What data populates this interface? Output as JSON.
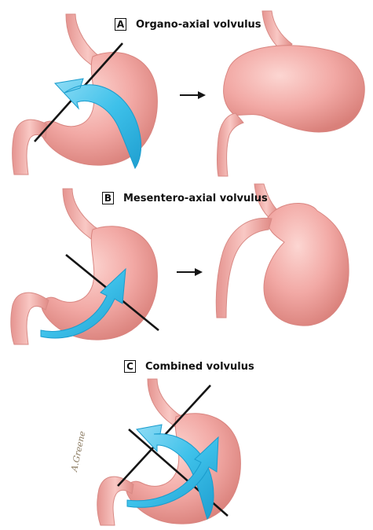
{
  "panels": [
    {
      "letter": "A",
      "title": "Organo-axial volvulus"
    },
    {
      "letter": "B",
      "title": "Mesentero-axial volvulus"
    },
    {
      "letter": "C",
      "title": "Combined volvulus"
    }
  ],
  "signature": "A.Greene",
  "colors": {
    "stomach_fill": "#f2a9a5",
    "stomach_shade": "#dd7f7a",
    "stomach_light": "#fbd3cf",
    "arrow_blue": "#3ec1ea",
    "axis_line": "#151515"
  },
  "icons": [
    "right-arrow-icon",
    "rotation-arrow-icon",
    "axis-line-icon"
  ]
}
